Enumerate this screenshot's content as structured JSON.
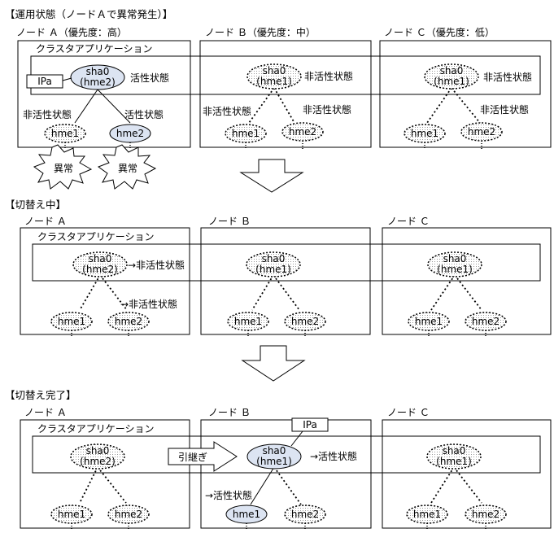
{
  "phases": [
    {
      "title": "【運用状態（ノードＡで異常発生）】",
      "nodes": [
        {
          "name": "ノード Ａ（優先度：高）",
          "app_label": "クラスタアプリケーション",
          "sha_line1": "sha0",
          "sha_line2": "(hme2)",
          "sha_state": "活性状態",
          "left_state": "非活性状態",
          "right_state": "活性状態",
          "hme_left": "hme1",
          "hme_right": "hme2",
          "ip_label": "IPa",
          "errors": [
            "異常",
            "異常"
          ]
        },
        {
          "name": "ノード Ｂ（優先度：中）",
          "sha_line1": "sha0",
          "sha_line2": "(hme1)",
          "sha_state": "非活性状態",
          "left_state": "非活性状態",
          "right_state": "非活性状態",
          "hme_left": "hme1",
          "hme_right": "hme2"
        },
        {
          "name": "ノード Ｃ（優先度：低）",
          "sha_line1": "sha0",
          "sha_line2": "(hme1)",
          "sha_state": "非活性状態",
          "right_state": "非活性状態",
          "hme_left": "hme1",
          "hme_right": "hme2"
        }
      ]
    },
    {
      "title": "【切替え中】",
      "nodes": [
        {
          "name": "ノード Ａ",
          "app_label": "クラスタアプリケーション",
          "sha_line1": "sha0",
          "sha_line2": "(hme2)",
          "sha_state": "→非活性状態",
          "right_state": "→非活性状態",
          "hme_left": "hme1",
          "hme_right": "hme2"
        },
        {
          "name": "ノード Ｂ",
          "sha_line1": "sha0",
          "sha_line2": "(hme1)",
          "hme_left": "hme1",
          "hme_right": "hme2"
        },
        {
          "name": "ノード Ｃ",
          "sha_line1": "sha0",
          "sha_line2": "(hme1)",
          "hme_left": "hme1",
          "hme_right": "hme2"
        }
      ]
    },
    {
      "title": "【切替え完了】",
      "nodes": [
        {
          "name": "ノード Ａ",
          "app_label": "クラスタアプリケーション",
          "sha_line1": "sha0",
          "sha_line2": "(hme2)",
          "hme_left": "hme1",
          "hme_right": "hme2"
        },
        {
          "name": "ノード Ｂ",
          "sha_line1": "sha0",
          "sha_line2": "(hme1)",
          "sha_state": "→活性状態",
          "left_state": "→活性状態",
          "hme_left": "hme1",
          "hme_right": "hme2",
          "ip_label": "IPa"
        },
        {
          "name": "ノード Ｃ",
          "sha_line1": "sha0",
          "sha_line2": "(hme1)",
          "hme_left": "hme1",
          "hme_right": "hme2"
        }
      ]
    }
  ],
  "handover_label": "引継ぎ"
}
